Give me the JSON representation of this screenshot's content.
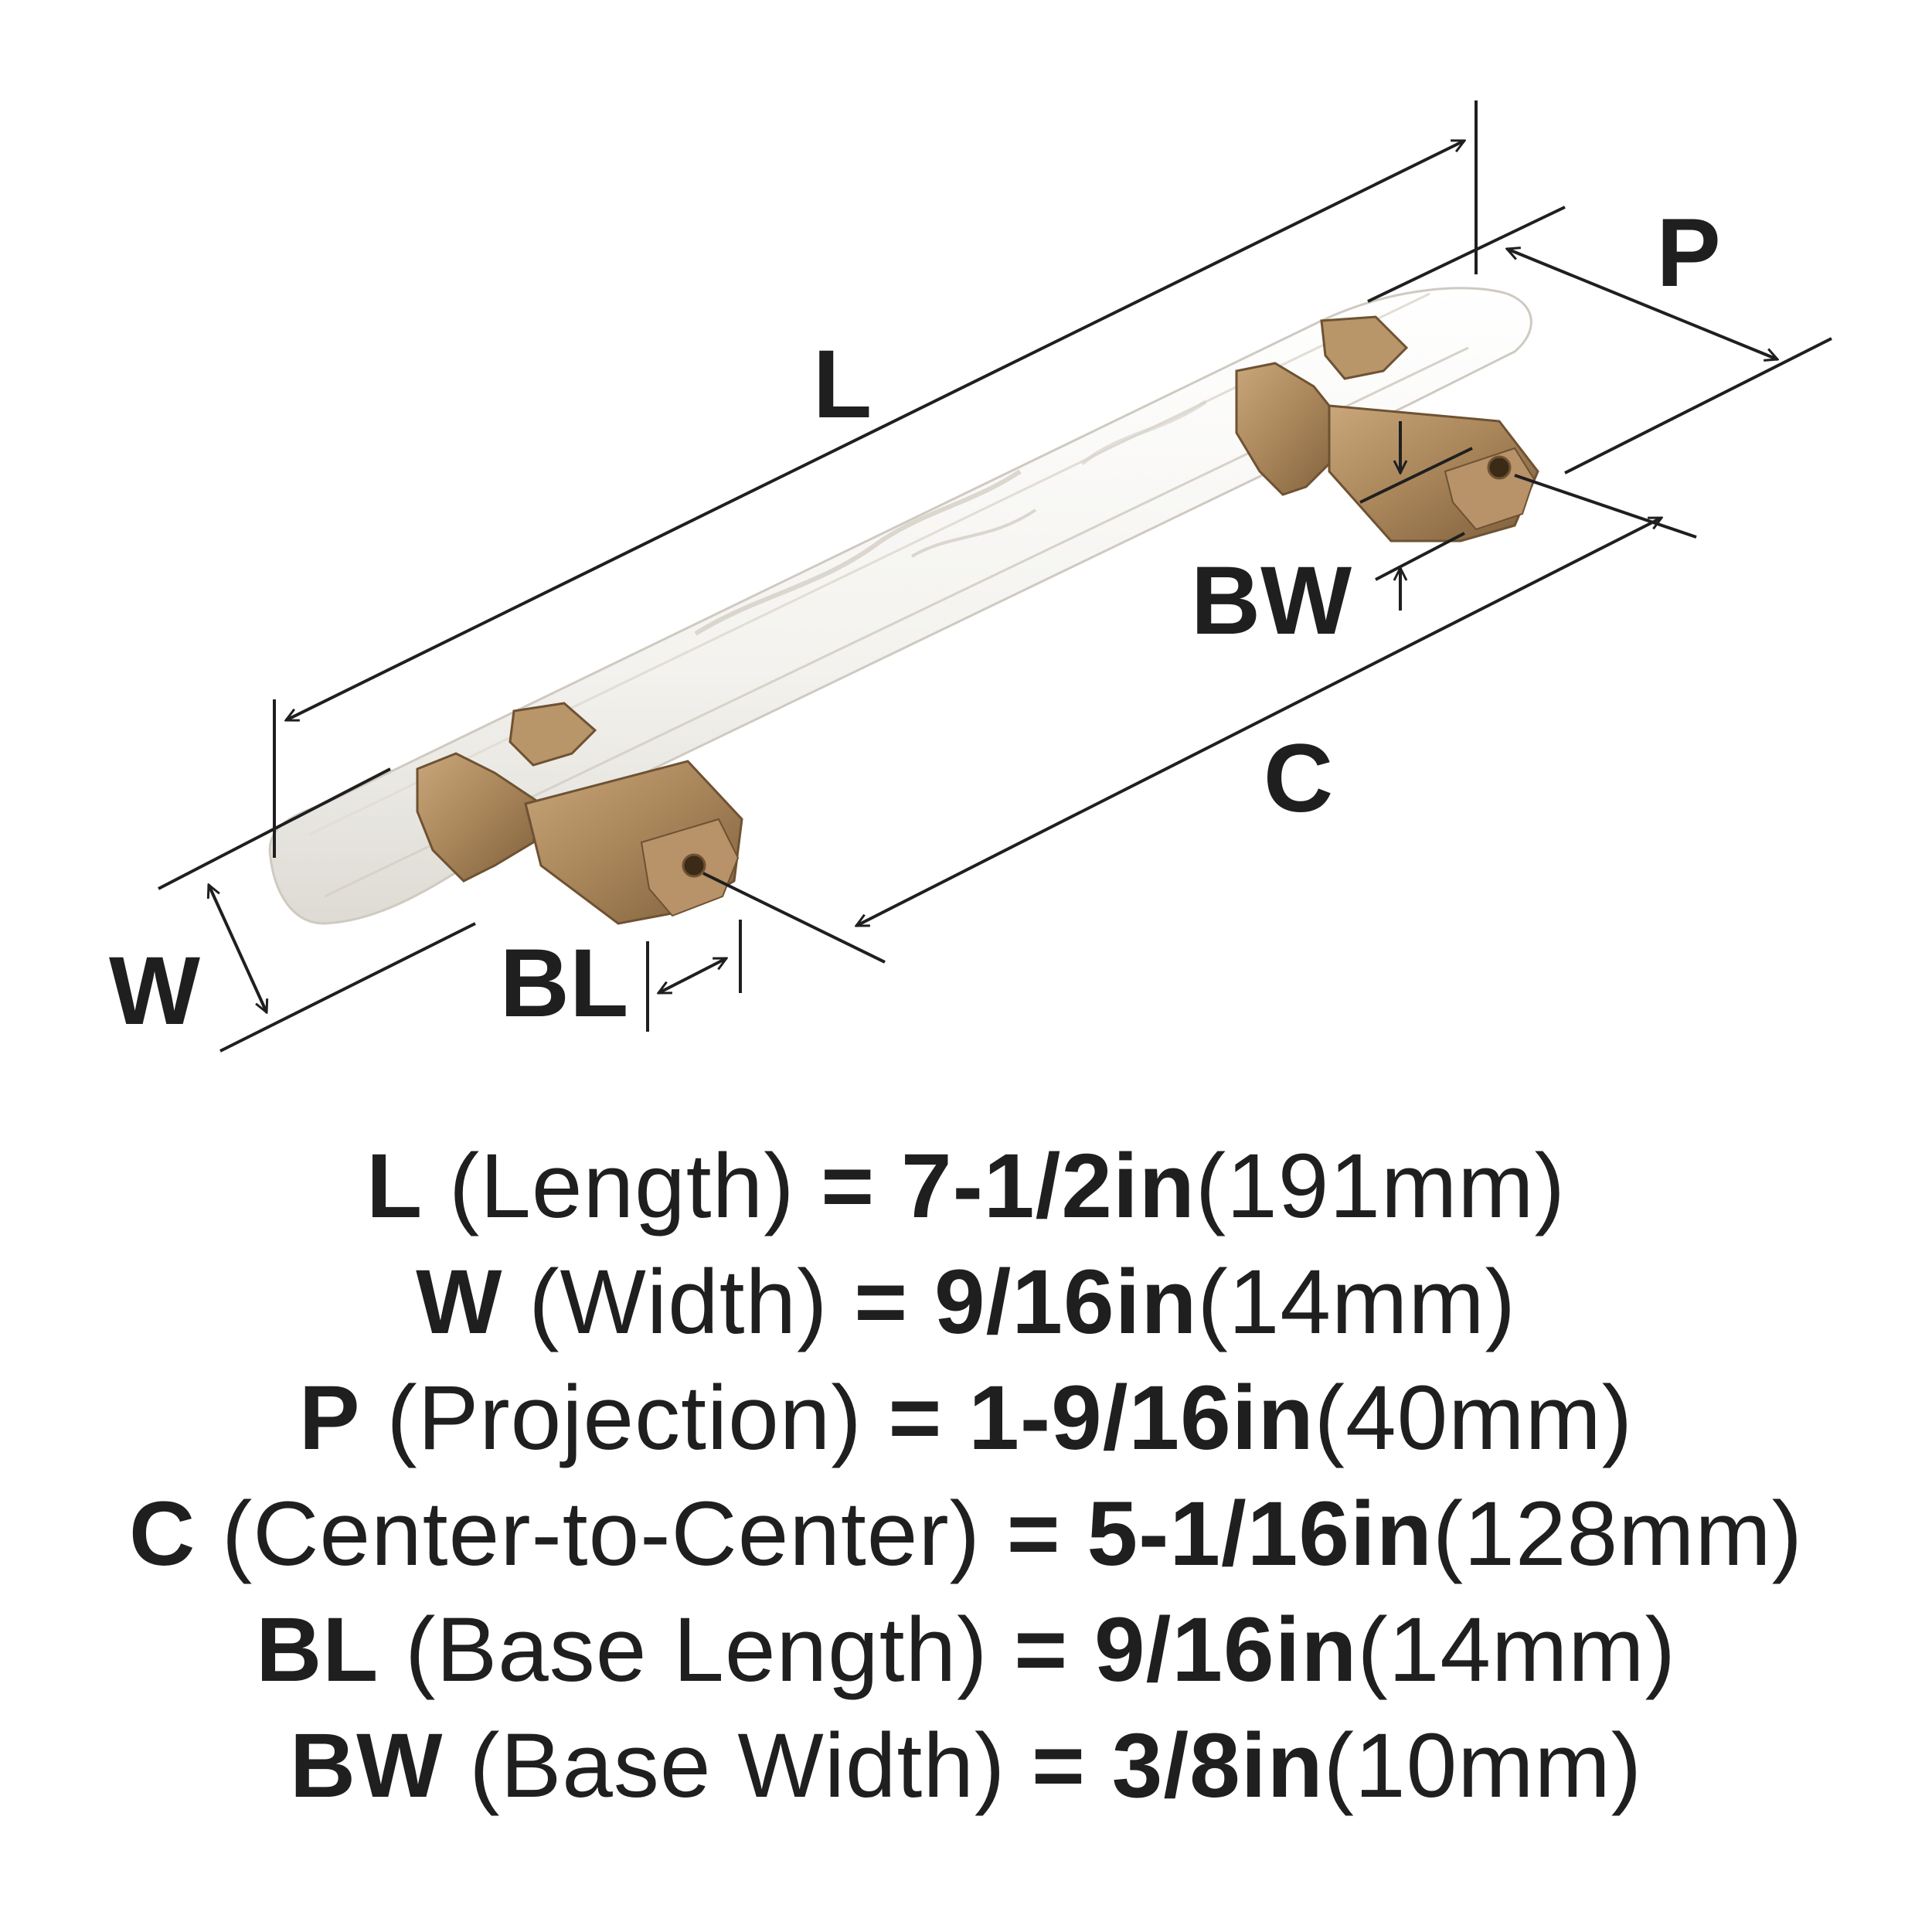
{
  "colors": {
    "ink": "#1f1f1f",
    "marble": "#f5f5f2",
    "marble_vein": "#d9d4cc",
    "brass": "#a88459",
    "brass_dark": "#7d5f3b",
    "brass_light": "#c9a77a"
  },
  "diagram": {
    "dimension_letters": {
      "L": "L",
      "W": "W",
      "P": "P",
      "C": "C",
      "BL": "BL",
      "BW": "BW"
    }
  },
  "specs": [
    {
      "abbr": "L",
      "label": "(Length)",
      "eq": "=",
      "inch": "7-1/2in",
      "mm": "(191mm)"
    },
    {
      "abbr": "W",
      "label": "(Width)",
      "eq": "=",
      "inch": "9/16in",
      "mm": "(14mm)"
    },
    {
      "abbr": "P",
      "label": "(Projection)",
      "eq": "=",
      "inch": "1-9/16in",
      "mm": "(40mm)"
    },
    {
      "abbr": "C",
      "label": "(Center-to-Center)",
      "eq": "=",
      "inch": "5-1/16in",
      "mm": "(128mm)"
    },
    {
      "abbr": "BL",
      "label": "(Base Length)",
      "eq": "=",
      "inch": "9/16in",
      "mm": "(14mm)"
    },
    {
      "abbr": "BW",
      "label": "(Base Width)",
      "eq": "=",
      "inch": "3/8in",
      "mm": "(10mm)"
    }
  ]
}
